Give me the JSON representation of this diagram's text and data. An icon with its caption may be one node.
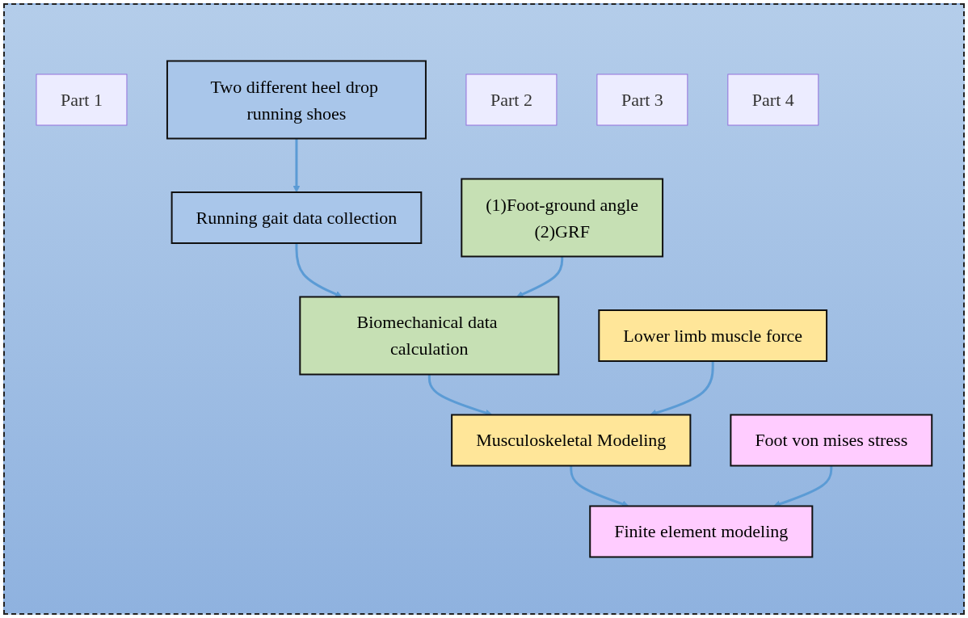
{
  "diagram": {
    "nodes": [
      {
        "text": [
          "Part 1"
        ]
      },
      {
        "text": [
          "Running gait data collection"
        ]
      },
      {
        "text": [
          "Two different heel drop running shoes"
        ]
      },
      {
        "text": [
          "Part 2"
        ]
      },
      {
        "text": [
          "Biomechanical data calculation"
        ]
      },
      {
        "text": [
          "(1)Foot-ground angle",
          "(2)GRF"
        ]
      },
      {
        "text": [
          "Part 3"
        ]
      },
      {
        "text": [
          "Musculoskeletal Modeling"
        ]
      },
      {
        "text": [
          "Lower limb muscle force"
        ]
      },
      {
        "text": [
          "Part 4"
        ]
      },
      {
        "text": [
          "Finite element modeling"
        ]
      },
      {
        "text": [
          "Foot von mises stress"
        ]
      }
    ],
    "edges": [
      {
        "from": 2,
        "to": 1,
        "arrow": "to"
      },
      {
        "from": 1,
        "to": 4,
        "arrow": "to"
      },
      {
        "from": 5,
        "to": 4,
        "arrow": "to"
      },
      {
        "from": 4,
        "to": 7,
        "arrow": "to"
      },
      {
        "from": 8,
        "to": 7,
        "arrow": "to"
      },
      {
        "from": 7,
        "to": 10,
        "arrow": "to"
      },
      {
        "from": 11,
        "to": 10,
        "arrow": "to"
      }
    ]
  }
}
